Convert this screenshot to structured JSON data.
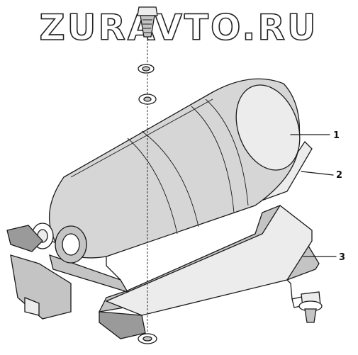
{
  "watermark": {
    "text": "ZURAVTO.RU"
  },
  "callouts": [
    {
      "number": "1"
    },
    {
      "number": "2"
    },
    {
      "number": "3"
    }
  ],
  "corner_mark": {
    "text": ""
  }
}
